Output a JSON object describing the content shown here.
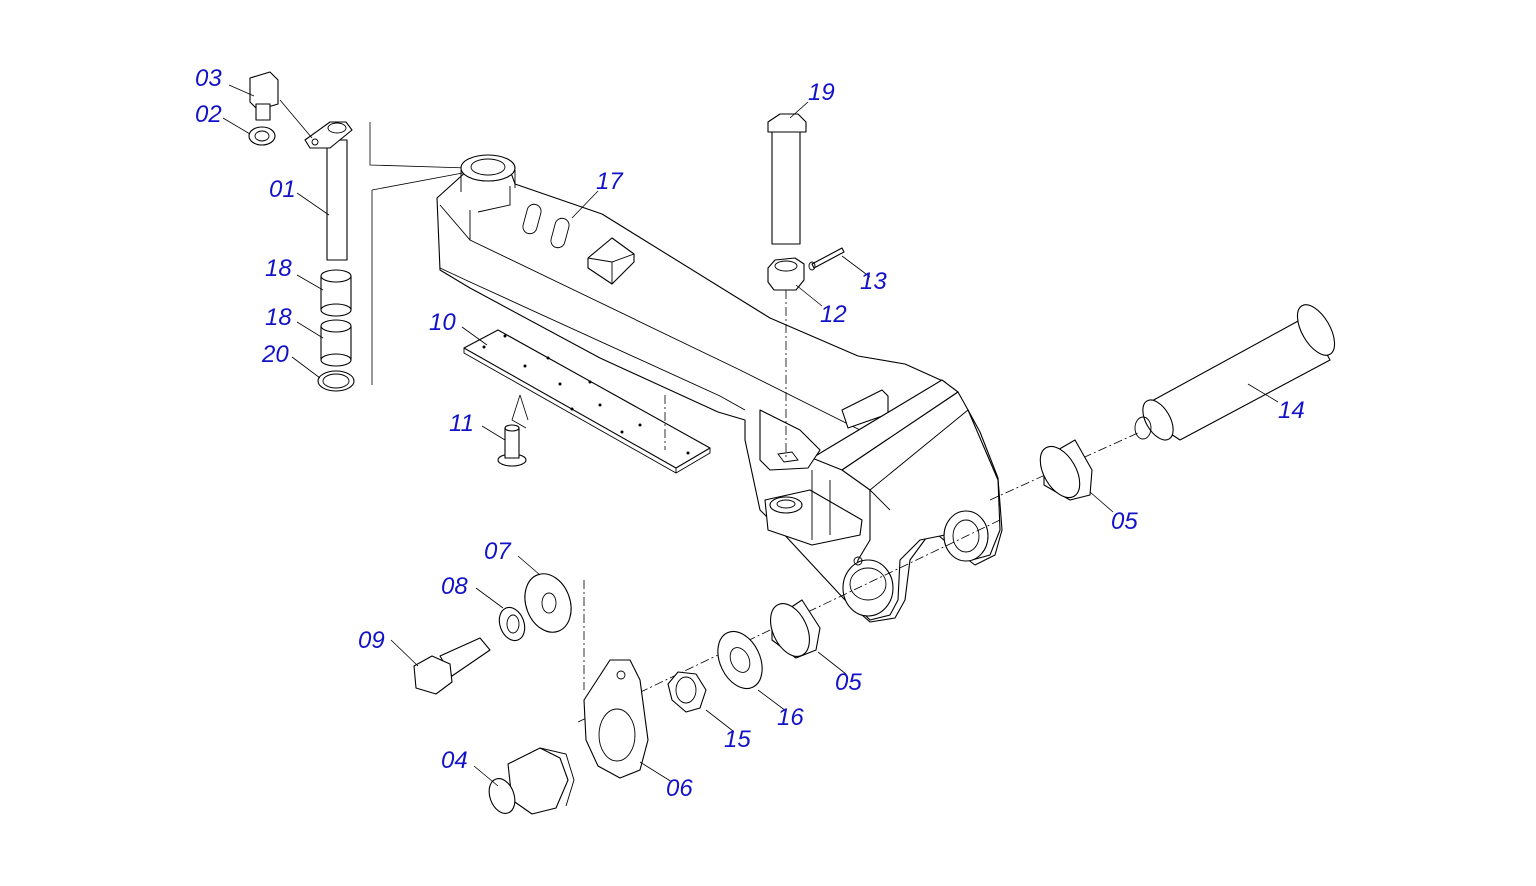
{
  "colors": {
    "callout": "#1212c8",
    "line": "#000000",
    "background": "#ffffff"
  },
  "callouts": {
    "c01": "01",
    "c02": "02",
    "c03": "03",
    "c04": "04",
    "c05a": "05",
    "c05b": "05",
    "c06": "06",
    "c07": "07",
    "c08": "08",
    "c09": "09",
    "c10": "10",
    "c11": "11",
    "c12": "12",
    "c13": "13",
    "c14": "14",
    "c15": "15",
    "c16": "16",
    "c17": "17",
    "c18a": "18",
    "c18b": "18",
    "c19": "19",
    "c20": "20"
  }
}
